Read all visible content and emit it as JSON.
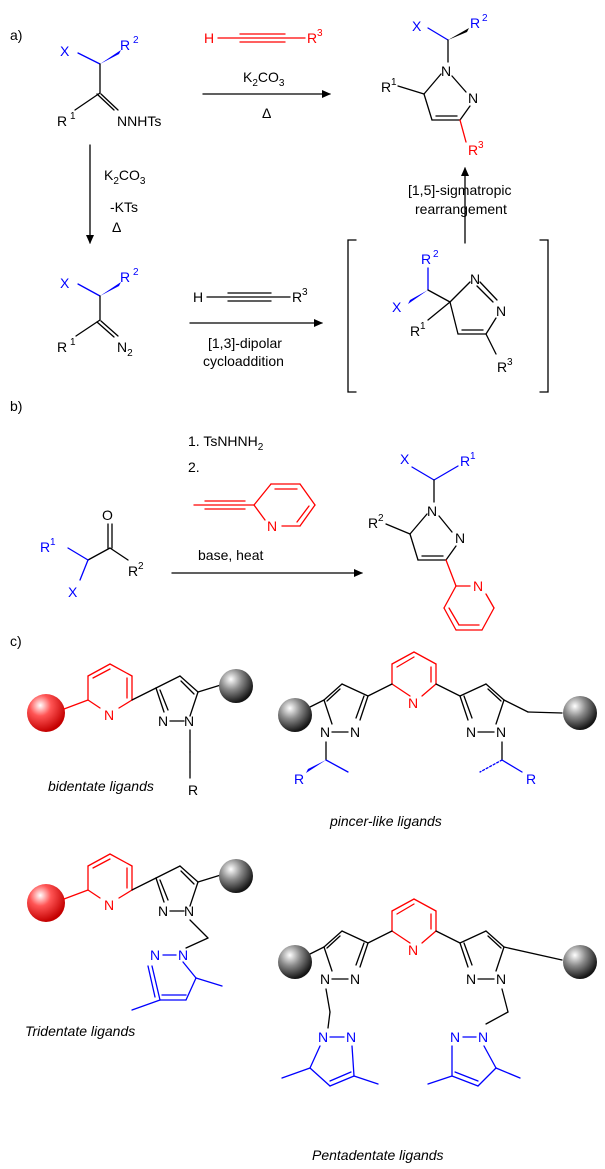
{
  "panels": {
    "a": "a)",
    "b": "b)",
    "c": "c)"
  },
  "atoms": {
    "X": "X",
    "R": "R",
    "R1": "R",
    "R2": "R",
    "R3": "R",
    "sup1": "1",
    "sup2": "2",
    "sup3": "3",
    "N": "N",
    "NNHTs": "NNHTs",
    "H": "H",
    "O": "O",
    "N2": "N",
    "sub2": "2"
  },
  "reagents": {
    "k2co3": "K2CO3",
    "k2": "K",
    "k2_sub": "2",
    "co": "CO",
    "co_sub": "3",
    "heat": "Δ",
    "minus_kts": "-KTs",
    "sigmatropic_line1": "[1,5]-sigmatropic",
    "sigmatropic_line2": "rearrangement",
    "dipolar_line1": "[1,3]-dipolar",
    "dipolar_line2": "cycloaddition",
    "step1": "1. TsNHNH",
    "step1_sub": "2",
    "step2": "2.",
    "base_heat": "base, heat"
  },
  "ligands": {
    "bidentate": "bidentate ligands",
    "pincer": "pincer-like ligands",
    "tridentate": "Tridentate  ligands",
    "pentadentate": "Pentadentate ligands"
  },
  "colors": {
    "red": "#ff0000",
    "blue": "#0000ff",
    "black": "#000000"
  }
}
